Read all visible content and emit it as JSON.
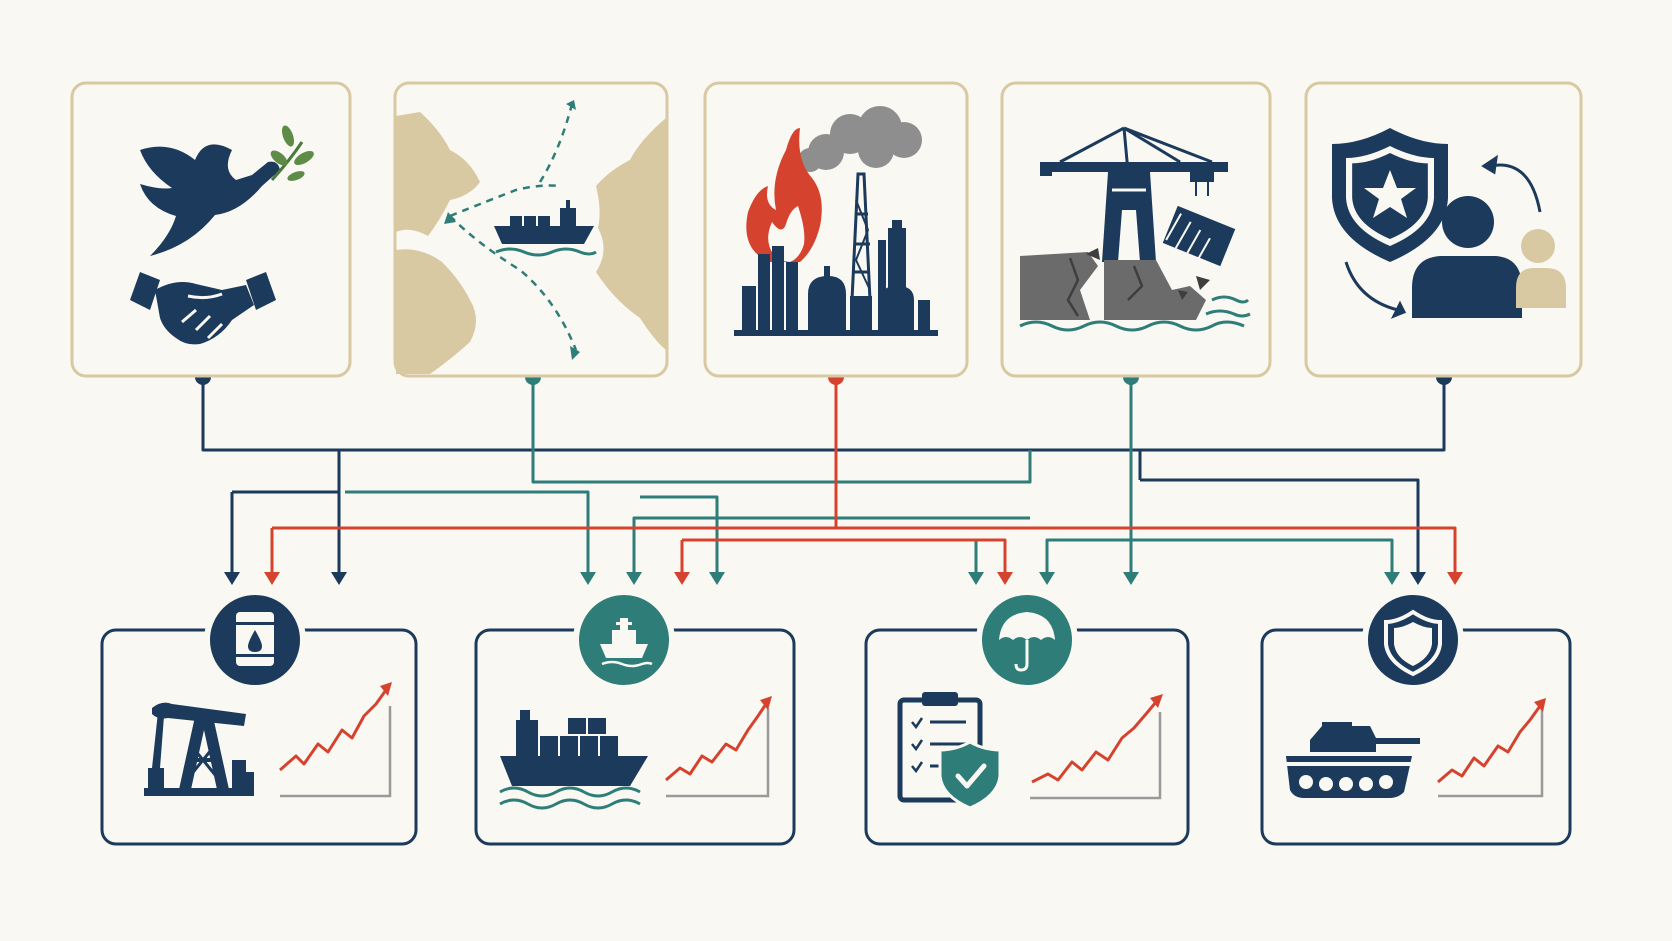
{
  "colors": {
    "background": "#FAF8F2",
    "navy": "#1B3A5C",
    "teal": "#2E7D78",
    "red": "#D5432F",
    "sand": "#D8C9A3",
    "gray": "#6B6B6B",
    "light_gray": "#9A9A9A",
    "box_border_top": "#D8C9A3",
    "box_border_bottom": "#1B3A5C"
  },
  "causes": [
    {
      "icon": "peace-dove-handshake-icon",
      "connector": "navy"
    },
    {
      "icon": "shipping-route-map-icon",
      "connector": "teal"
    },
    {
      "icon": "refinery-fire-icon",
      "connector": "red"
    },
    {
      "icon": "port-crane-damage-icon",
      "connector": "teal"
    },
    {
      "icon": "security-shield-people-icon",
      "connector": "navy"
    }
  ],
  "effects": [
    {
      "badge_icon": "oil-barrel-icon",
      "badge_color": "navy",
      "main_icon": "oil-pumpjack-icon",
      "trend": "rising"
    },
    {
      "badge_icon": "ship-icon",
      "badge_color": "teal",
      "main_icon": "cargo-ship-icon",
      "trend": "rising"
    },
    {
      "badge_icon": "umbrella-icon",
      "badge_color": "teal",
      "main_icon": "insurance-clipboard-icon",
      "trend": "rising"
    },
    {
      "badge_icon": "shield-icon",
      "badge_color": "navy",
      "main_icon": "tank-icon",
      "trend": "rising"
    }
  ]
}
